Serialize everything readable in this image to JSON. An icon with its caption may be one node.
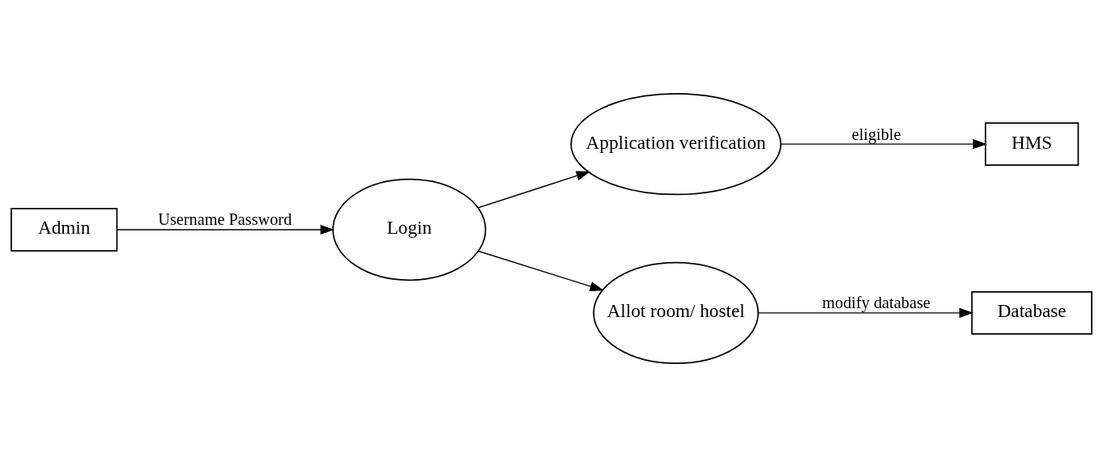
{
  "diagram": {
    "nodes": [
      {
        "text": [
          "Admin"
        ]
      },
      {
        "text": [
          "Login"
        ]
      },
      {
        "text": [
          "Application verification"
        ]
      },
      {
        "text": [
          "HMS"
        ]
      },
      {
        "text": [
          "Allot room/ hostel"
        ]
      },
      {
        "text": [
          "Database"
        ]
      }
    ],
    "edges": [
      {
        "from": 0,
        "to": 1,
        "arrow": "to",
        "label": "Username Password"
      },
      {
        "from": 1,
        "to": 2,
        "arrow": "to"
      },
      {
        "from": 2,
        "to": 3,
        "arrow": "to",
        "label": "eligible"
      },
      {
        "from": 1,
        "to": 4,
        "arrow": "to"
      },
      {
        "from": 4,
        "to": 5,
        "arrow": "to",
        "label": "modify database"
      }
    ]
  }
}
